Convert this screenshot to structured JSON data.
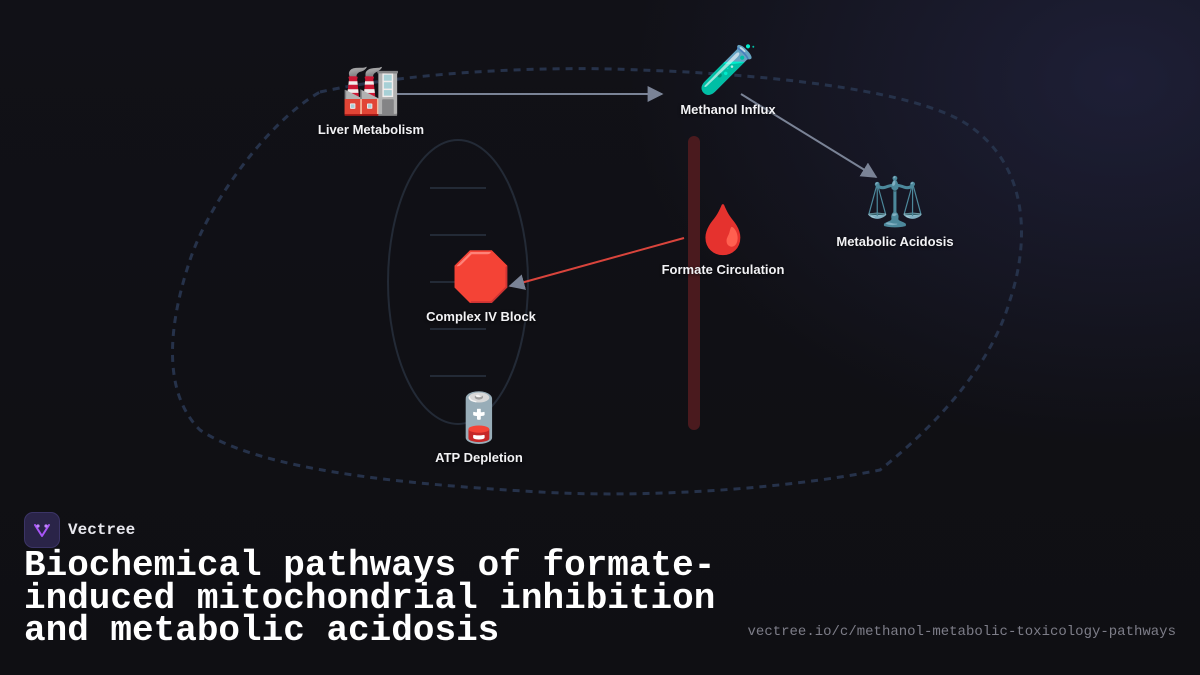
{
  "brand": {
    "name": "Vectree"
  },
  "title": "Biochemical pathways of formate-induced mitochondrial inhibition and metabolic acidosis",
  "url": "vectree.io/c/methanol-metabolic-toxicology-pathways",
  "nodes": {
    "liver": {
      "icon": "🏭",
      "icon_name": "factory-icon",
      "label": "Liver Metabolism"
    },
    "methanol": {
      "icon": "🧪",
      "icon_name": "test-tube-icon",
      "label": "Methanol Influx"
    },
    "acidosis": {
      "icon": "⚖️",
      "icon_name": "scales-icon",
      "label": "Metabolic Acidosis"
    },
    "formate": {
      "icon": "🩸",
      "icon_name": "blood-drop-icon",
      "label": "Formate Circulation"
    },
    "complex": {
      "icon": "🛑",
      "icon_name": "stop-sign-icon",
      "label": "Complex IV Block"
    },
    "atp": {
      "icon": "🪫",
      "icon_name": "low-battery-icon",
      "label": "ATP Depletion"
    }
  },
  "colors": {
    "arrow_default": "#7a8396",
    "arrow_highlight": "#d9443c",
    "outline_dashed": "#26324a",
    "vessel": "#4a1a1e",
    "mitochondrion": "#232a36"
  }
}
